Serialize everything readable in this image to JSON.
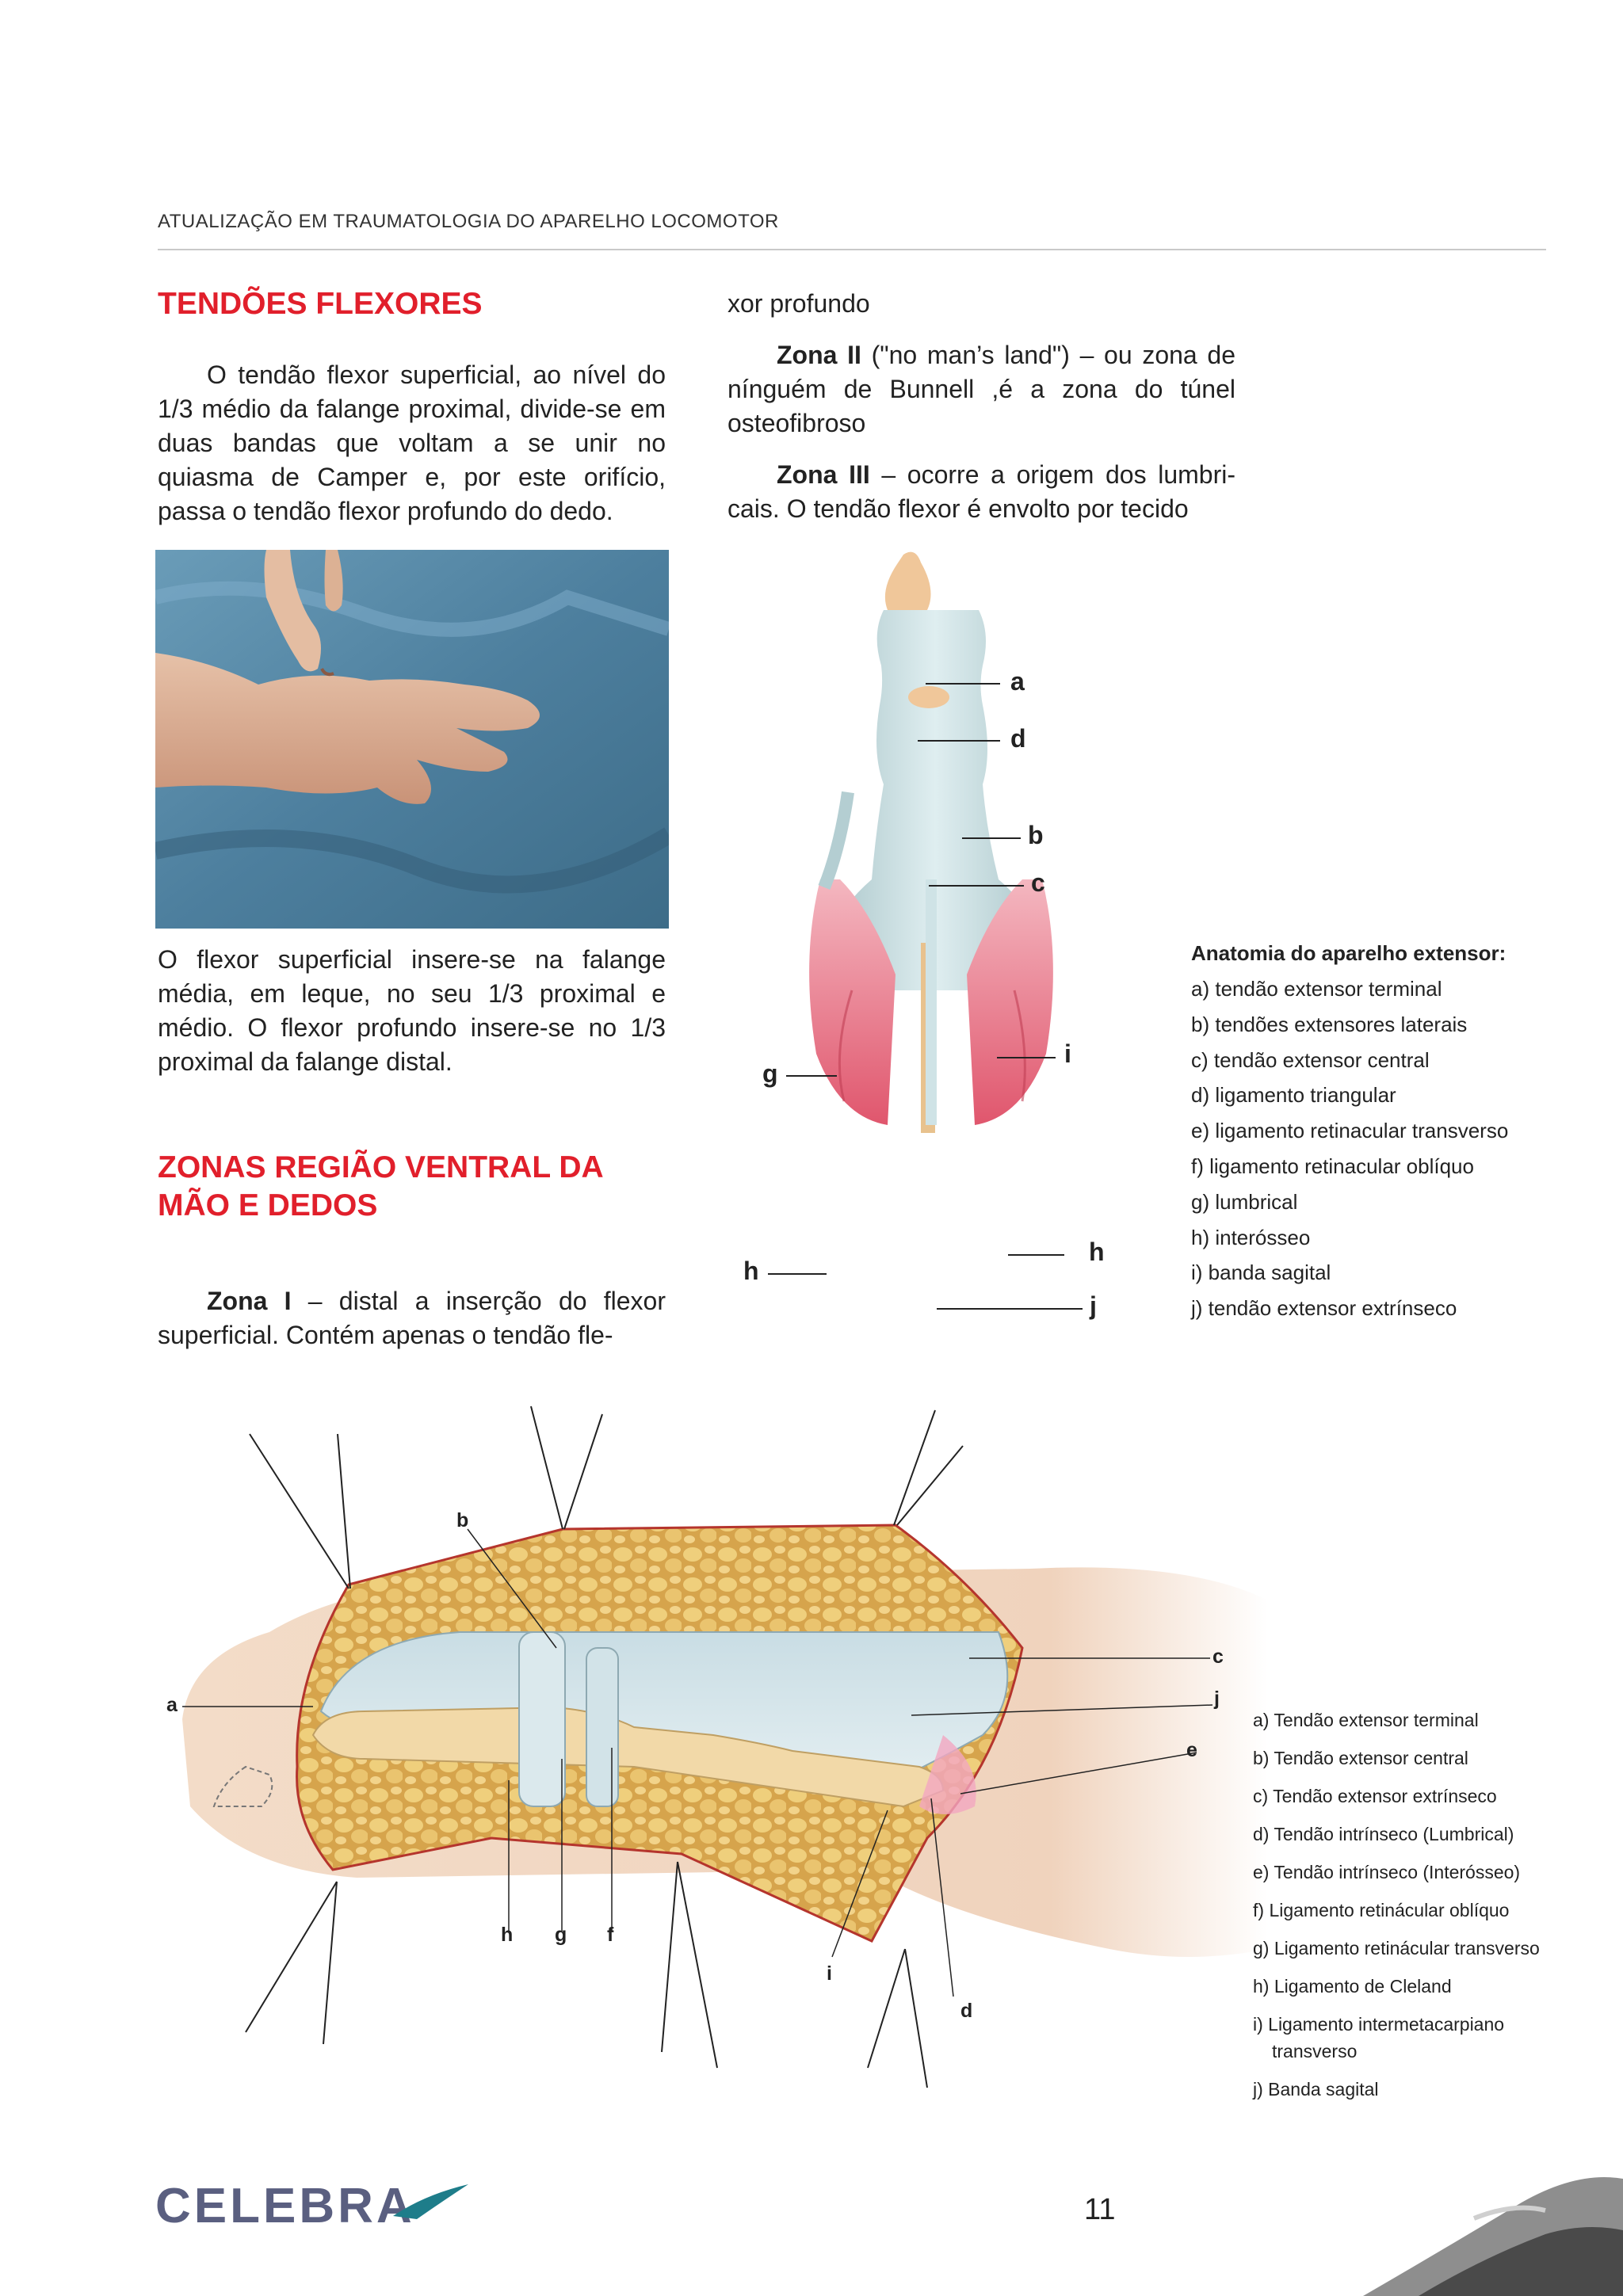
{
  "header": {
    "running_title": "ATUALIZAÇÃO EM TRAUMATOLOGIA DO APARELHO LOCOMOTOR"
  },
  "section1": {
    "title": "TENDÕES FLEXORES",
    "para1": "O tendão flexor superficial, ao nível do 1/3 médio da falange proximal, divide-se em duas bandas que voltam a se unir no quiasma de Camper e, por este orifício, passa o tendão flexor profundo do dedo.",
    "para2": "O flexor superficial insere-se na falange média, em leque, no seu 1/3 proximal e médio. O flexor profundo insere-se no 1/3 proximal da falange distal."
  },
  "section2": {
    "title_line1": "ZONAS REGIÃO VENTRAL DA",
    "title_line2": "MÃO E DEDOS",
    "zona1_label": "Zona I",
    "zona1_text": " – distal a inserção do flexor superficial. Contém apenas o tendão fle-"
  },
  "col2": {
    "cont": "xor profundo",
    "zona2_label": "Zona II",
    "zona2_text": " (\"no man’s land\") – ou zona de nínguém de Bunnell ,é a zona do túnel osteofibroso",
    "zona3_label": "Zona III",
    "zona3_text": " – ocorre a origem dos lumbri-cais. O tendão flexor é envolto por tecido"
  },
  "figure1": {
    "labels": {
      "a": "a",
      "d": "d",
      "b": "b",
      "c": "c",
      "i": "i",
      "g": "g",
      "h1": "h",
      "h2": "h",
      "j": "j"
    },
    "legend_title": "Anatomia do aparelho extensor:",
    "legend": [
      "a) tendão extensor terminal",
      "b) tendões extensores laterais",
      "c) tendão extensor central",
      "d) ligamento triangular",
      "e) ligamento retinacular transverso",
      "f) ligamento retinacular oblíquo",
      "g) lumbrical",
      "h) interósseo",
      "i) banda sagital",
      "j) tendão extensor extrínseco"
    ]
  },
  "figure2": {
    "labels": {
      "a": "a",
      "b": "b",
      "c": "c",
      "j": "j",
      "e": "e",
      "h": "h",
      "g": "g",
      "f": "f",
      "i": "i",
      "d": "d"
    },
    "legend": [
      "a) Tendão extensor terminal",
      "b) Tendão extensor central",
      "c) Tendão extensor extrínseco",
      "d) Tendão intrínseco (Lumbrical)",
      "e) Tendão intrínseco (Interósseo)",
      "f)  Ligamento retinácular oblíquo",
      "g) Ligamento retinácular transverso",
      "h) Ligamento de Cleland",
      "i)  Ligamento intermetacarpiano",
      "transverso",
      "j) Banda sagital"
    ]
  },
  "footer": {
    "logo": "CELEBRA",
    "page_number": "11"
  }
}
